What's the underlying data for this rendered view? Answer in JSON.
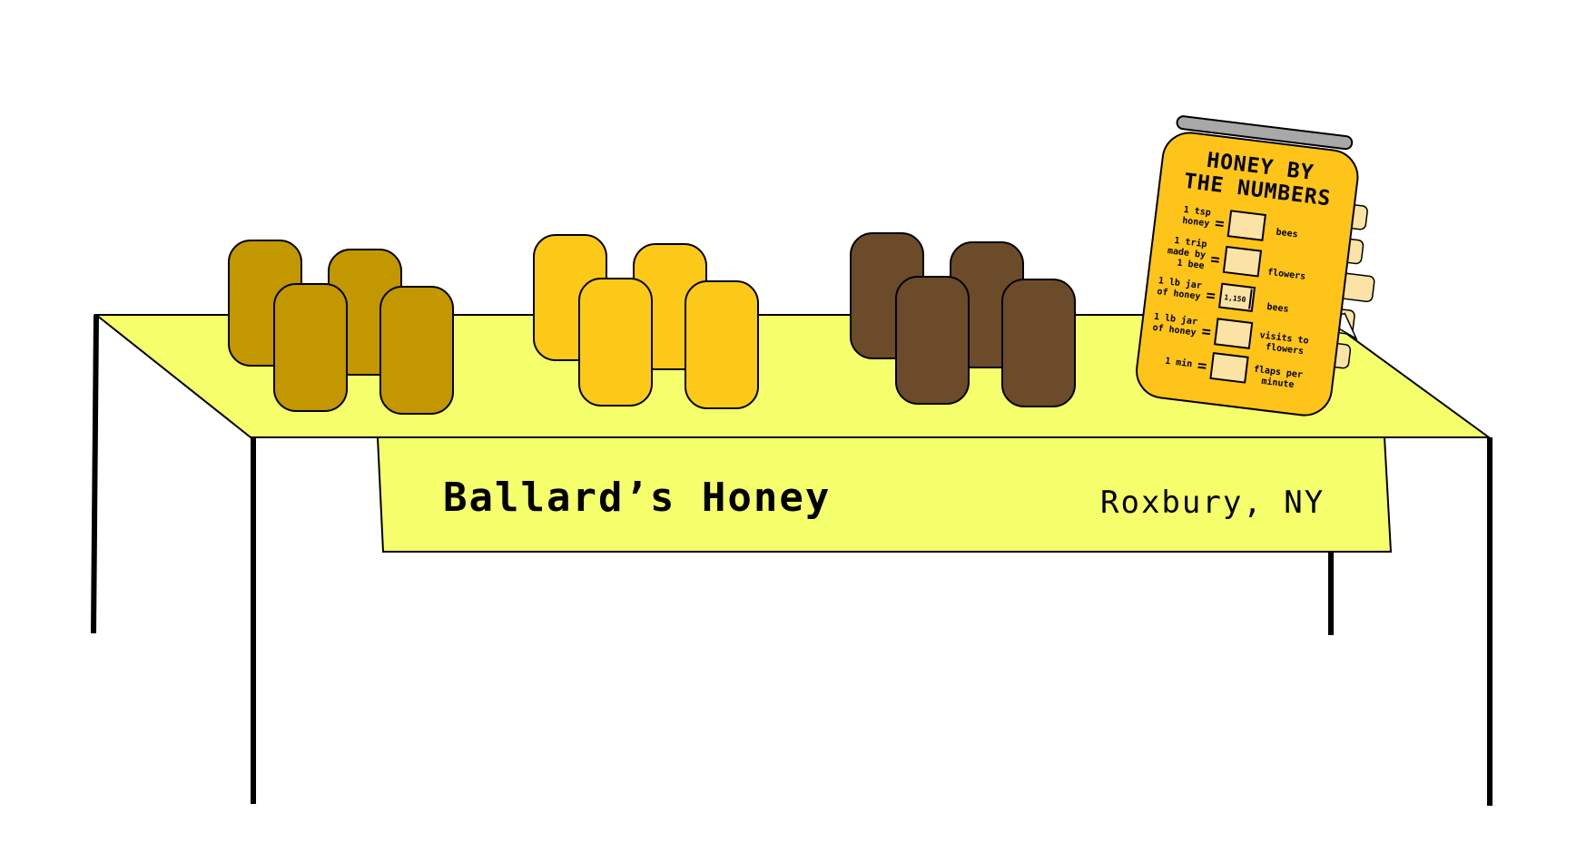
{
  "banner": {
    "title": "Ballard’s Honey",
    "location": "Roxbury, NY"
  },
  "colors": {
    "tablecloth": "#f5ff6b",
    "jar_amber": "#c29700",
    "jar_gold": "#fdc918",
    "jar_dark": "#6b4b2a",
    "sign_body": "#fec41a",
    "sign_lid": "#a8a8a8",
    "answer_box": "#fbe3a6"
  },
  "sign": {
    "title_line1": "HONEY BY",
    "title_line2": "THE NUMBERS",
    "rows": [
      {
        "left": [
          "1 tsp",
          "honey"
        ],
        "right": [
          "bees"
        ],
        "value": ""
      },
      {
        "left": [
          "1 trip",
          "made by",
          "1 bee"
        ],
        "right": [
          "flowers"
        ],
        "value": ""
      },
      {
        "left": [
          "1 lb jar",
          "of honey"
        ],
        "right": [
          "bees"
        ],
        "value": "1,150"
      },
      {
        "left": [
          "1 lb jar",
          "of honey"
        ],
        "right": [
          "visits to",
          "flowers"
        ],
        "value": ""
      },
      {
        "left": [
          "1 min"
        ],
        "right": [
          "flaps per",
          "minute"
        ],
        "value": ""
      }
    ]
  }
}
